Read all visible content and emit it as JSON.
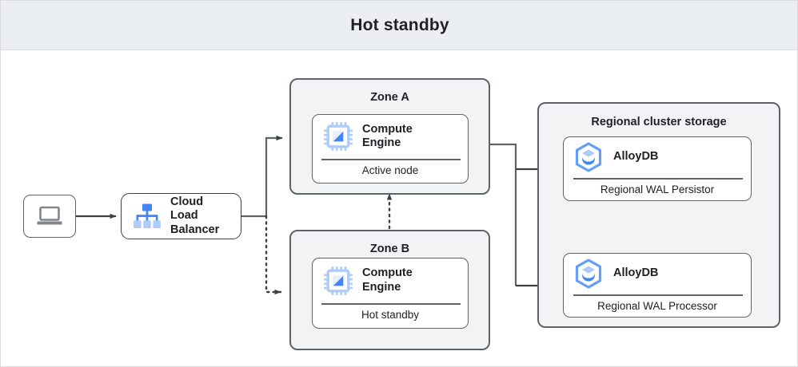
{
  "header": {
    "title": "Hot standby"
  },
  "colors": {
    "header_bg": "#eceff1",
    "zone_bg": "#f1f3f4",
    "border": "#5f6368",
    "line": "#5f6368",
    "text": "#202124",
    "icon_blue_dark": "#4285f4",
    "icon_blue_mid": "#669df6",
    "icon_blue_light": "#aecbfa",
    "icon_gray": "#80868b",
    "page_border": "#dadce0"
  },
  "client": {
    "icon": "laptop-icon",
    "label": ""
  },
  "load_balancer": {
    "icon": "cloud-load-balancer-icon",
    "label": "Cloud\nLoad\nBalancer",
    "label_lines": [
      "Cloud",
      "Load",
      "Balancer"
    ]
  },
  "zones": [
    {
      "id": "zone-a",
      "title": "Zone A",
      "node": {
        "icon": "compute-engine-icon",
        "title_lines": [
          "Compute",
          "Engine"
        ],
        "sub": "Active node"
      }
    },
    {
      "id": "zone-b",
      "title": "Zone B",
      "node": {
        "icon": "compute-engine-icon",
        "title_lines": [
          "Compute",
          "Engine"
        ],
        "sub": "Hot standby"
      }
    }
  ],
  "storage": {
    "title": "Regional cluster storage",
    "nodes": [
      {
        "id": "wal-persistor",
        "icon": "alloydb-icon",
        "title": "AlloyDB",
        "sub": "Regional WAL Persistor"
      },
      {
        "id": "wal-processor",
        "icon": "alloydb-icon",
        "title": "AlloyDB",
        "sub": "Regional WAL Processor"
      }
    ]
  },
  "connectors": [
    {
      "name": "client-to-load-balancer",
      "style": "solid",
      "arrow": true
    },
    {
      "name": "load-balancer-to-zone-a-active-node",
      "style": "solid",
      "arrow": true
    },
    {
      "name": "load-balancer-to-zone-b-hot-standby",
      "style": "dotted",
      "arrow": true
    },
    {
      "name": "zone-b-to-zone-a-replication",
      "style": "dotted",
      "arrow": true
    },
    {
      "name": "zone-a-to-wal-persistor",
      "style": "solid",
      "arrow": true
    },
    {
      "name": "zone-a-to-wal-processor",
      "style": "solid",
      "arrow": true
    }
  ]
}
